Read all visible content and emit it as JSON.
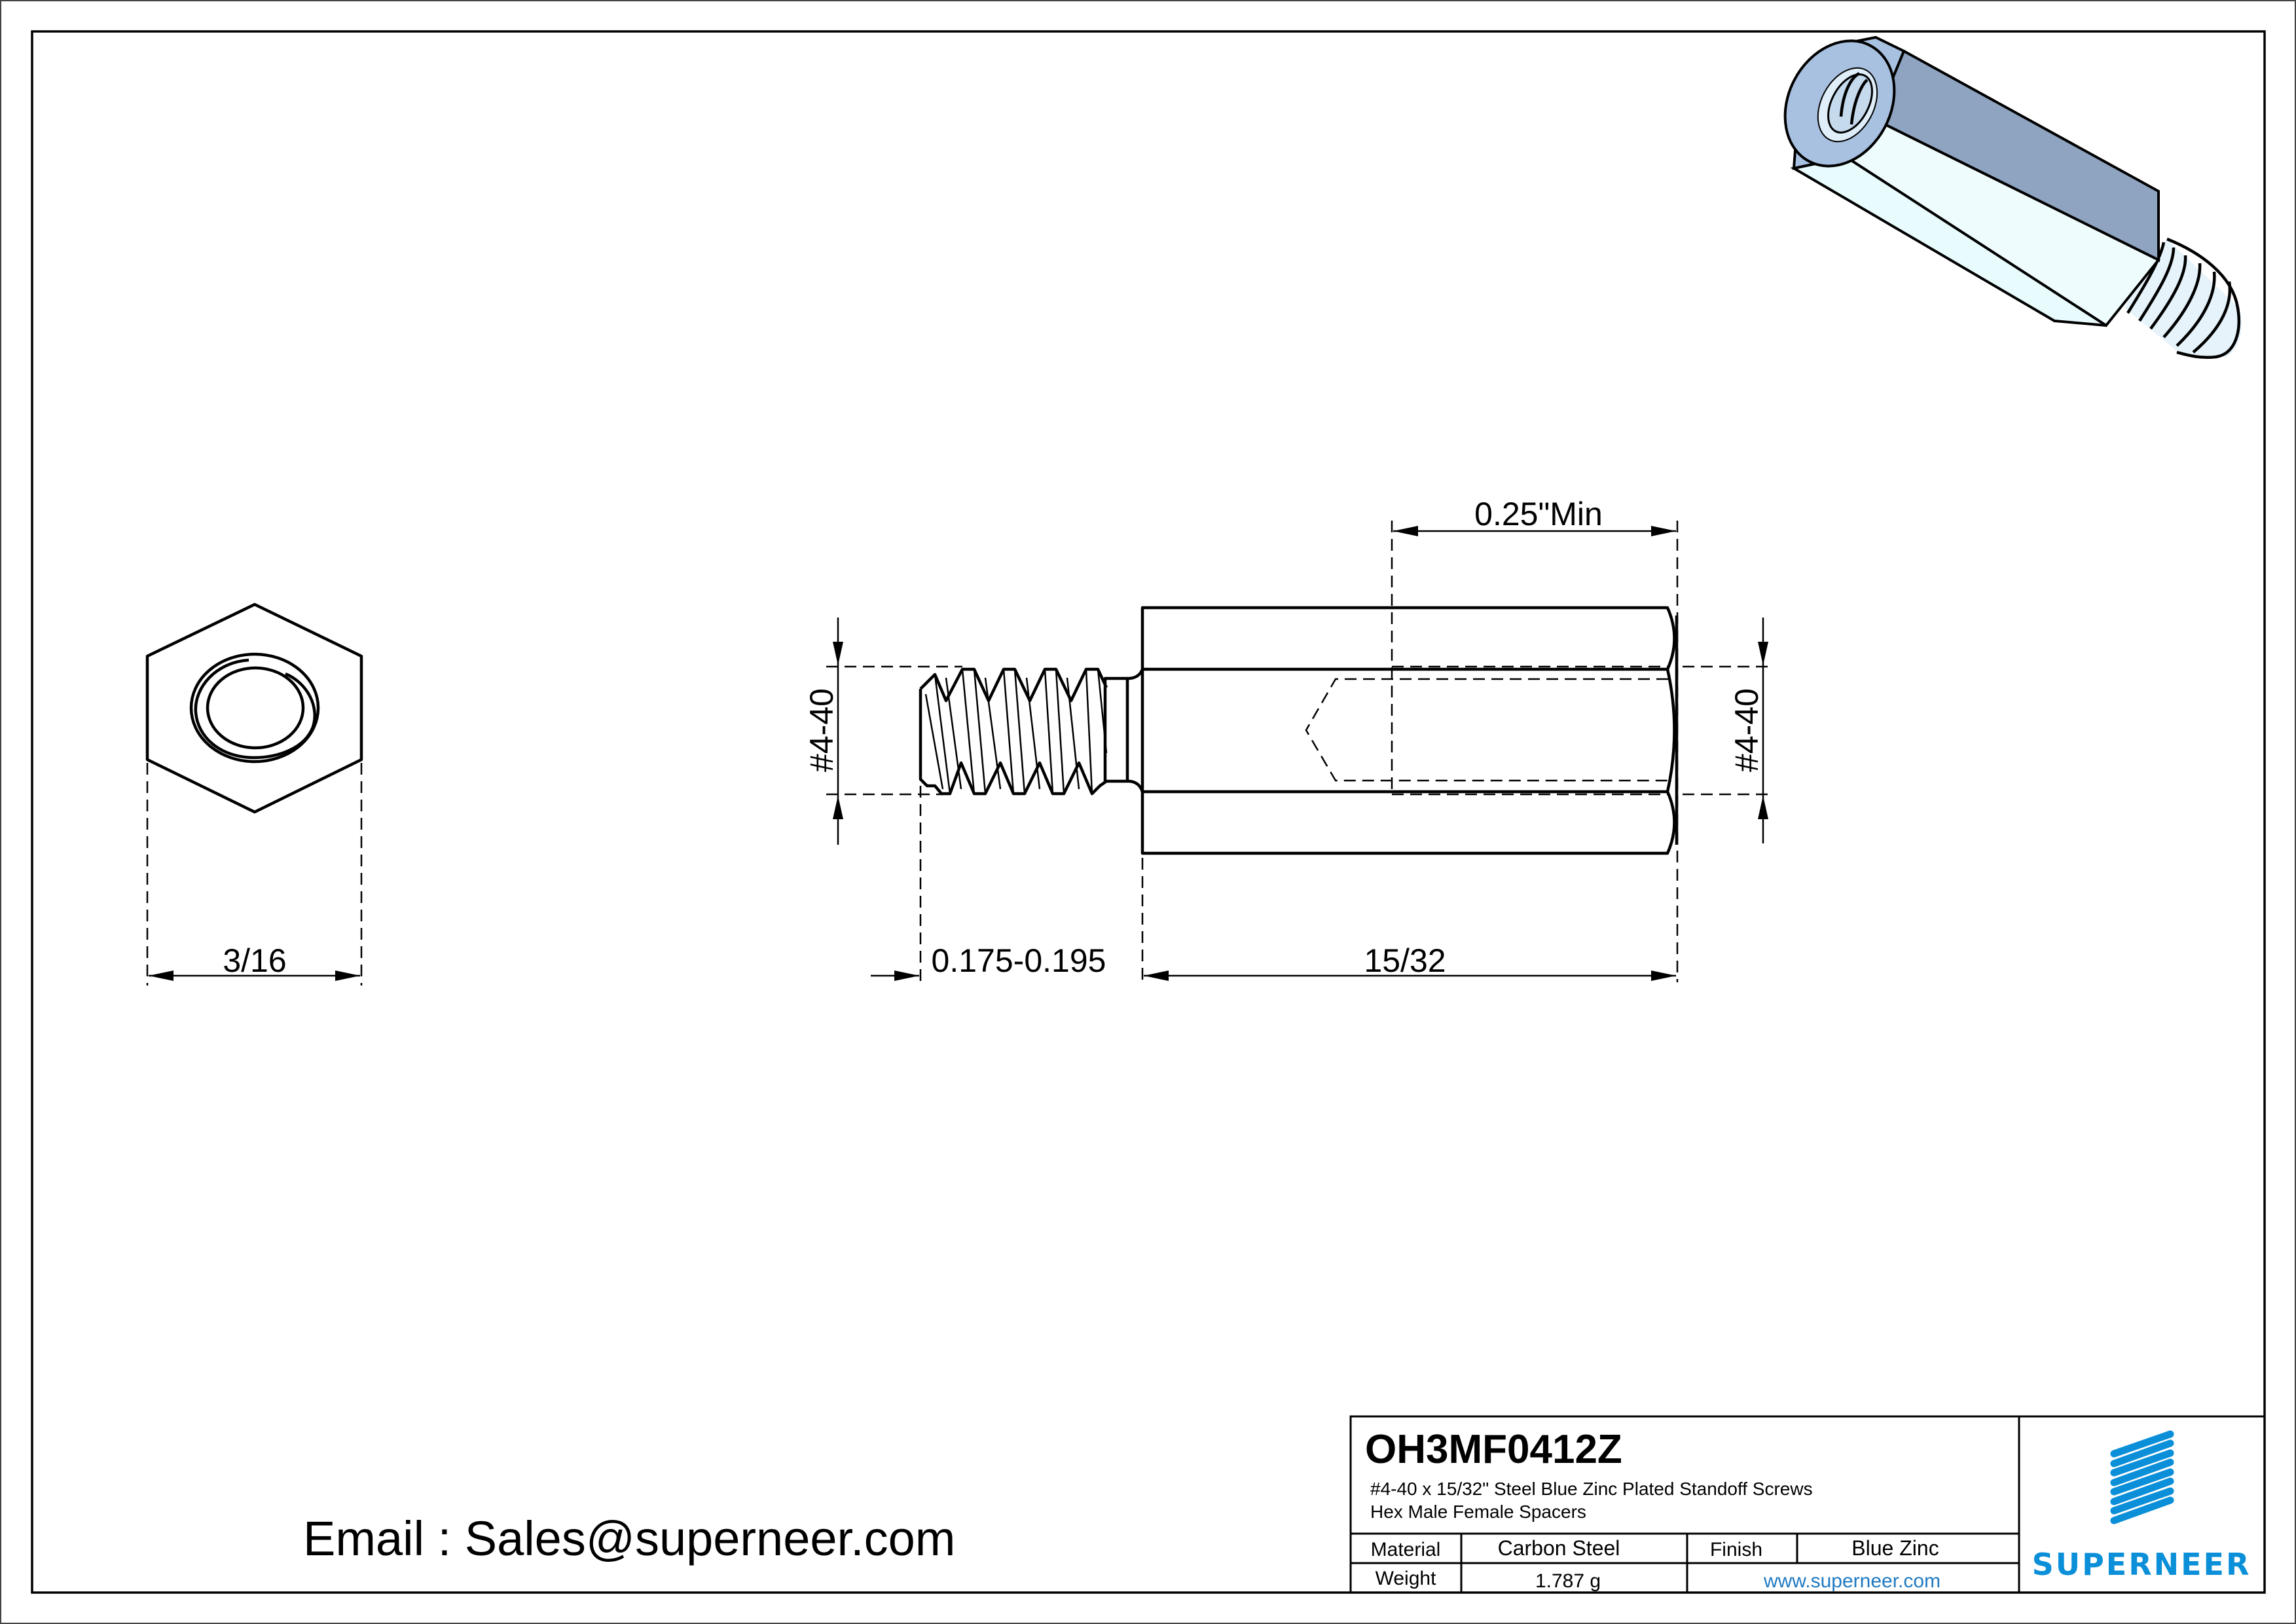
{
  "drawing": {
    "part_number": "OH3MF0412Z",
    "description_line1": "#4-40 x 15/32\" Steel Blue Zinc Plated Standoff Screws",
    "description_line2": "Hex Male Female Spacers",
    "email": "Email : Sales@superneer.com"
  },
  "dimensions": {
    "hex_across_flats": "3/16",
    "male_thread_length": "0.175-0.195",
    "body_length": "15/32",
    "female_thread_depth": "0.25\"Min",
    "male_thread_size": "#4-40",
    "female_thread_size": "#4-40"
  },
  "title_block": {
    "material_label": "Material",
    "material_value": "Carbon Steel",
    "finish_label": "Finish",
    "finish_value": "Blue Zinc",
    "weight_label": "Weight",
    "weight_value": "1.787 g",
    "website": "www.superneer.com"
  },
  "logo": {
    "wordmark": "SUPERNEER",
    "icon": "striped-parallelogram-logo-icon",
    "color": "#0a8fd8"
  },
  "colors": {
    "line": "#000000",
    "link": "#1f7ac2",
    "iso_face_end": "#a9c1e0",
    "iso_face_dark": "#8fa4c0",
    "iso_face_light": "#effcfd"
  }
}
